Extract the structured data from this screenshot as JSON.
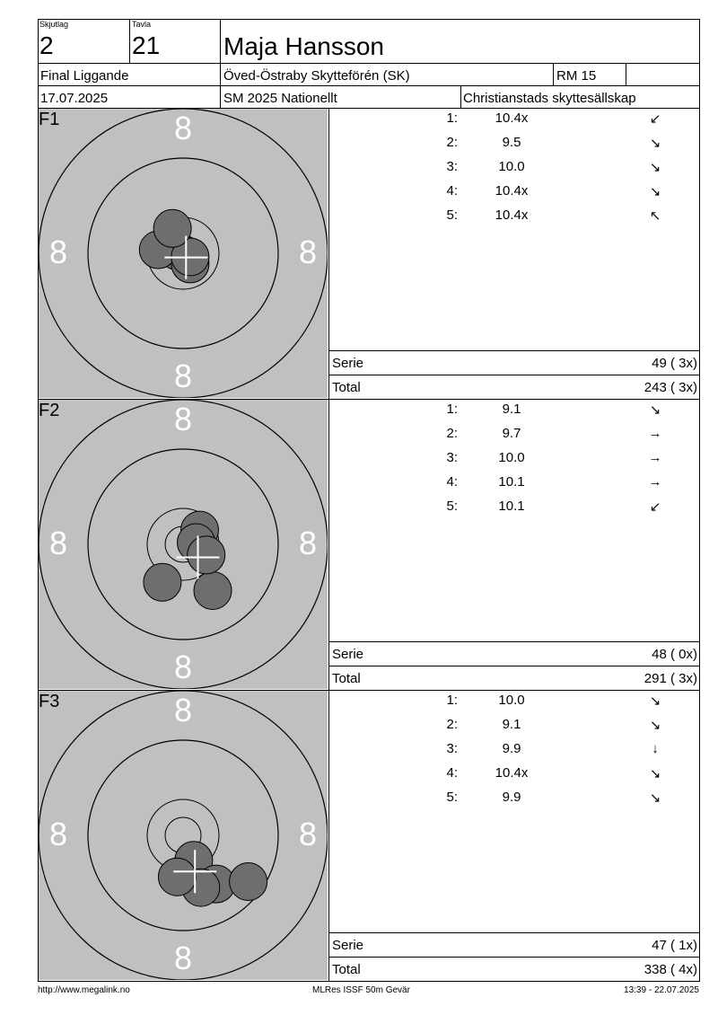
{
  "header": {
    "relay_label": "Skjutlag",
    "relay_value": "2",
    "lane_label": "Tavla",
    "lane_value": "21",
    "shooter_name": "Maja Hansson",
    "event": "Final Liggande",
    "club": "Öved-Östraby Skytteförén (SK)",
    "club_code": "RM 15",
    "date": "17.07.2025",
    "competition": "SM 2025 Nationellt",
    "organizer": "Christianstads skyttesällskap"
  },
  "ring_number": "8",
  "series": [
    {
      "label": "F1",
      "shots": [
        {
          "idx": "1:",
          "value": "10.4x",
          "dir": "↙",
          "x": -0.5,
          "y": 0.2
        },
        {
          "idx": "2:",
          "value": "9.5",
          "dir": "↘",
          "x": 0.6,
          "y": -0.9
        },
        {
          "idx": "3:",
          "value": "10.0",
          "dir": "↘",
          "x": -2.1,
          "y": 0.3
        },
        {
          "idx": "4:",
          "value": "10.4x",
          "dir": "↘",
          "x": 0.6,
          "y": -0.3
        },
        {
          "idx": "5:",
          "value": "10.4x",
          "dir": "↖",
          "x": -0.9,
          "y": 2.1
        }
      ],
      "cross": {
        "x": 0.25,
        "y": -0.35
      },
      "serie_label": "Serie",
      "serie_value": "49 ( 3x)",
      "total_label": "Total",
      "total_value": "243 ( 3x)"
    },
    {
      "label": "F2",
      "shots": [
        {
          "idx": "1:",
          "value": "9.1",
          "dir": "↘",
          "x": -1.75,
          "y": -3.2
        },
        {
          "idx": "2:",
          "value": "9.7",
          "dir": "→",
          "x": 2.5,
          "y": -3.9
        },
        {
          "idx": "3:",
          "value": "10.0",
          "dir": "→",
          "x": 1.4,
          "y": 1.2
        },
        {
          "idx": "4:",
          "value": "10.1",
          "dir": "→",
          "x": 1.1,
          "y": 0.15
        },
        {
          "idx": "5:",
          "value": "10.1",
          "dir": "↙",
          "x": 1.95,
          "y": -0.9
        }
      ],
      "cross": {
        "x": 1.25,
        "y": -1.1
      },
      "serie_label": "Serie",
      "serie_value": "48 ( 0x)",
      "total_label": "Total",
      "total_value": "291 ( 3x)"
    },
    {
      "label": "F3",
      "shots": [
        {
          "idx": "1:",
          "value": "10.0",
          "dir": "↘",
          "x": 0.9,
          "y": -2.1
        },
        {
          "idx": "2:",
          "value": "9.1",
          "dir": "↘",
          "x": 2.8,
          "y": -4.1
        },
        {
          "idx": "3:",
          "value": "9.9",
          "dir": "↓",
          "x": 1.5,
          "y": -4.4
        },
        {
          "idx": "4:",
          "value": "10.4x",
          "dir": "↘",
          "x": -0.5,
          "y": -3.5
        },
        {
          "idx": "5:",
          "value": "9.9",
          "dir": "↘",
          "x": 5.5,
          "y": -3.9
        }
      ],
      "cross": {
        "x": 1.0,
        "y": -3.05
      },
      "serie_label": "Serie",
      "serie_value": "47 ( 1x)",
      "total_label": "Total",
      "total_value": "338 ( 4x)"
    }
  ],
  "footer": {
    "website": "http://www.megalink.no",
    "software": "MLRes ISSF 50m Gevär",
    "timestamp": "13:39 - 22.07.2025"
  },
  "colors": {
    "target_bg": "#c0c0c0",
    "hole": "#6e6e6e",
    "ring_number": "#ffffff"
  }
}
